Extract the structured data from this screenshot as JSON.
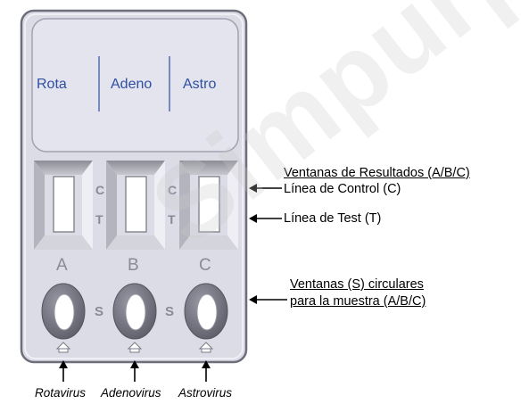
{
  "cassette": {
    "label_panel": {
      "items": [
        "Rota",
        "Adeno",
        "Astro"
      ],
      "label_color": "#2f4fa0"
    },
    "result_windows": {
      "side_marks": [
        {
          "top": "C",
          "bottom": "T"
        },
        {
          "top": "C",
          "bottom": "T"
        }
      ]
    },
    "sample_windows": {
      "letters": [
        "A",
        "B",
        "C"
      ],
      "side_marks": [
        "S",
        "S"
      ]
    },
    "colors": {
      "body": "#dcdce6",
      "body_border": "#6e6e7a",
      "panel": "#e4e4ee",
      "well": "#cfcfd8"
    }
  },
  "annotations": {
    "result_windows_title": "Ventanas de Resultados (A/B/C)",
    "control_line": "Línea de Control (C)",
    "test_line": "Línea de Test (T)",
    "sample_windows_line1": "Ventanas (S) circulares",
    "sample_windows_line2": "para la muestra (A/B/C)"
  },
  "virus_labels": [
    "Rotavirus",
    "Adenovirus",
    "Astrovirus"
  ],
  "watermark_text": "Simpurpose"
}
